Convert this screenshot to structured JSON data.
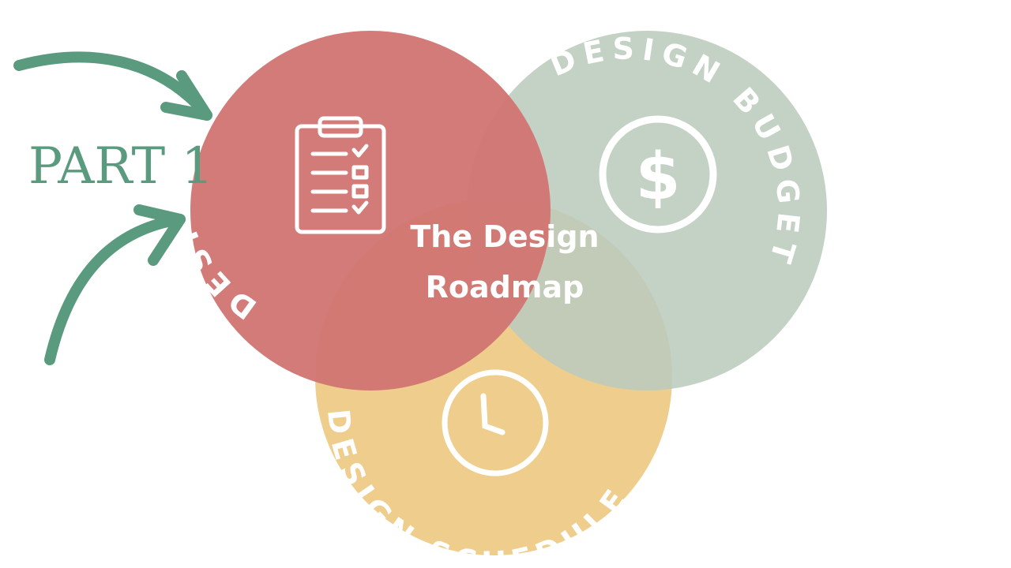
{
  "part_label": "PART 1",
  "center": {
    "line1": "The Design",
    "line2": "Roadmap"
  },
  "circles": {
    "process": {
      "label": "DESIGN PROCESS",
      "icon": "clipboard-checklist-icon",
      "color": "#d07673"
    },
    "budget": {
      "label": "DESIGN BUDGET",
      "icon": "dollar-coin-icon",
      "color": "#bccbbd"
    },
    "schedule": {
      "label": "DESIGN SCHEDULE",
      "icon": "clock-icon",
      "color": "#eecb87"
    }
  },
  "colors": {
    "arrow": "#5a9a7e",
    "text": "#ffffff"
  }
}
